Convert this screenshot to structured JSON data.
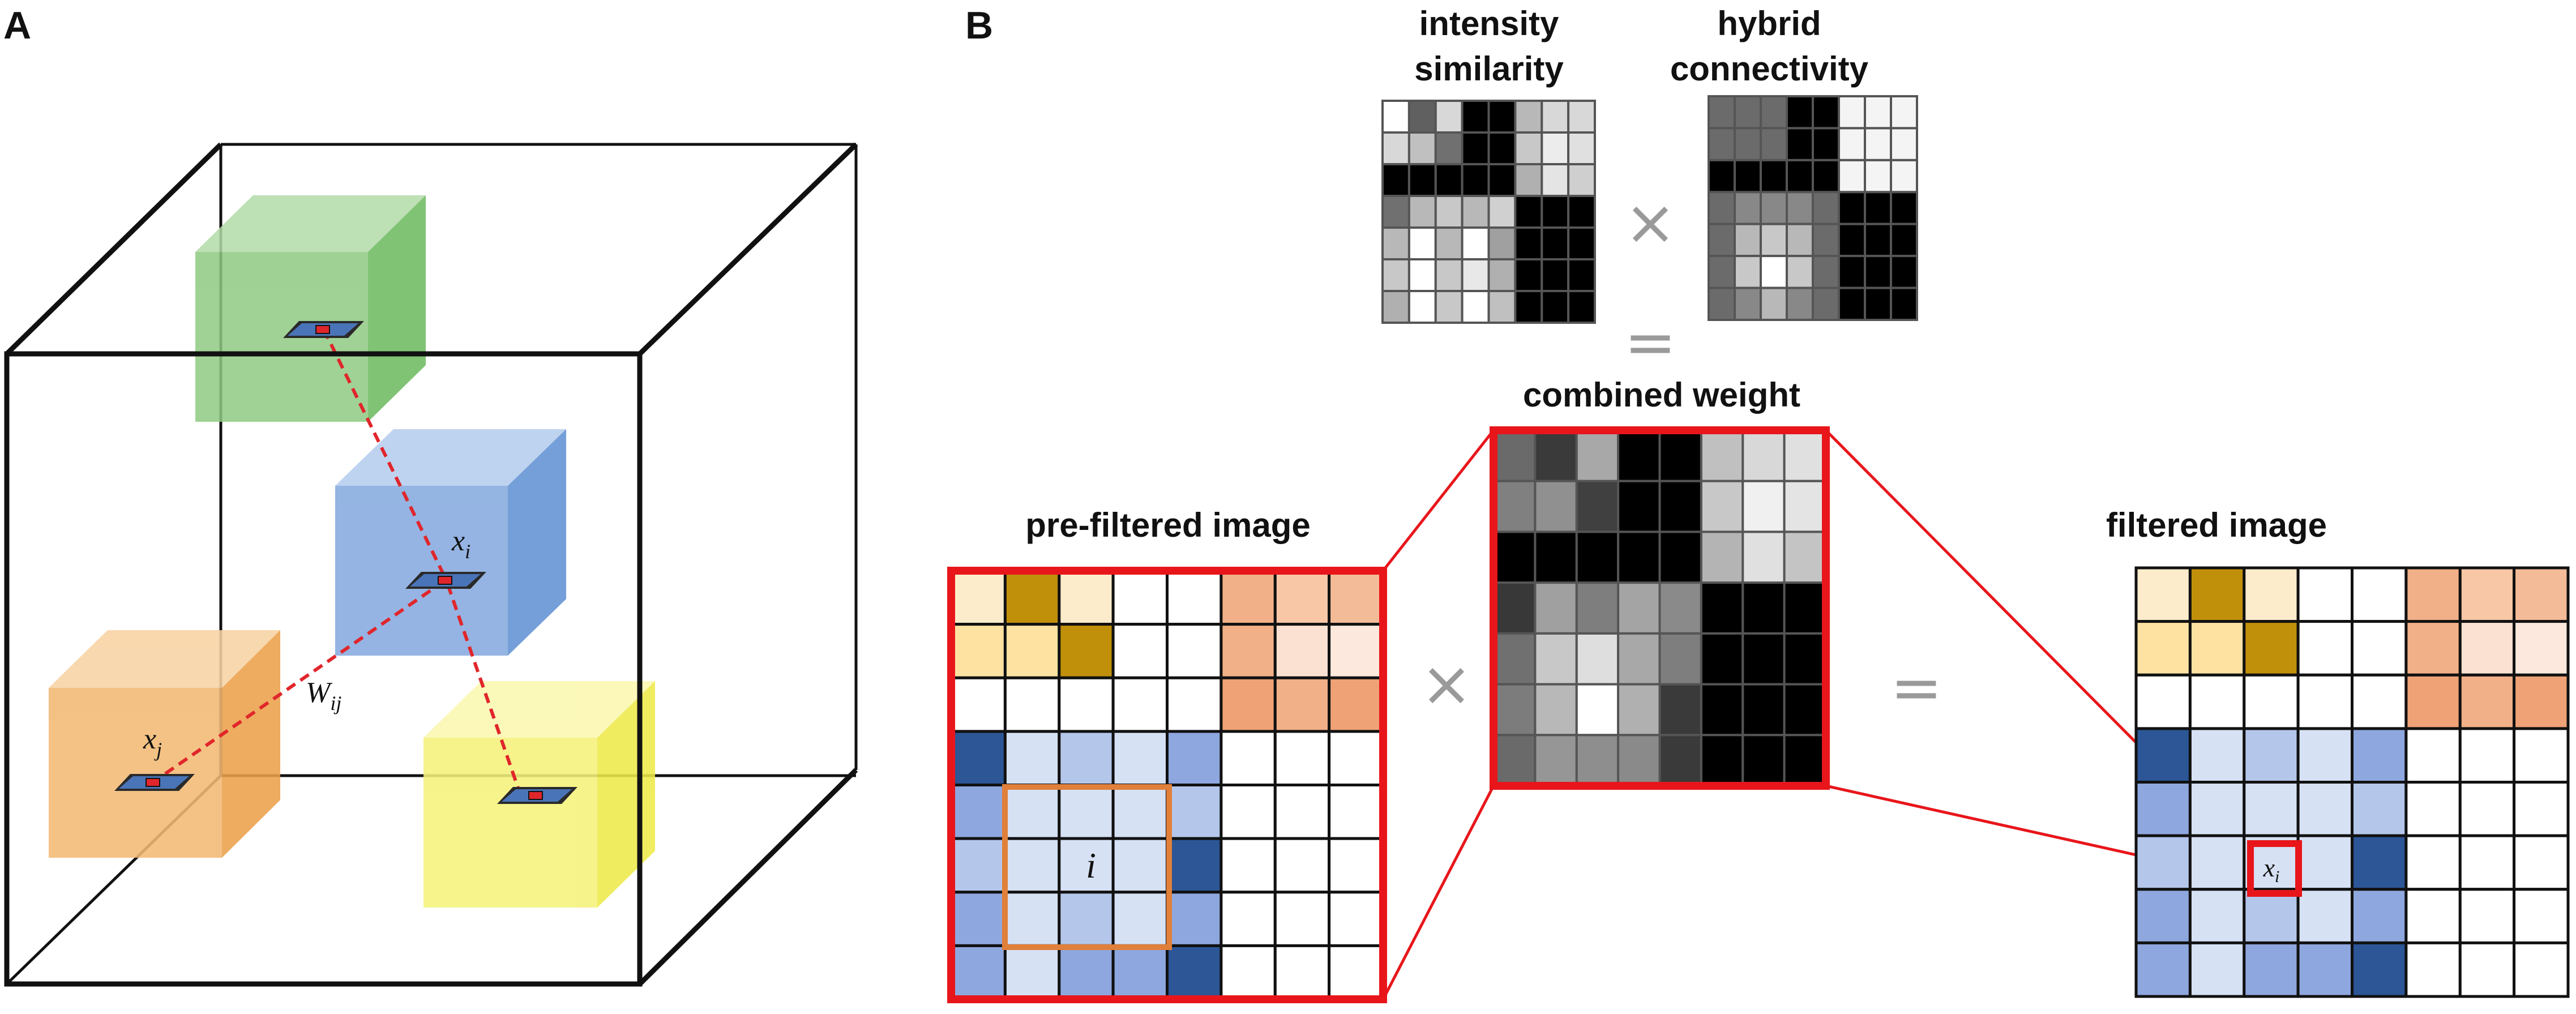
{
  "panels": {
    "a": "A",
    "b": "B"
  },
  "panel_a": {
    "labels": {
      "xi_base": "x",
      "xi_sub": "i",
      "xj_base": "x",
      "xj_sub": "j",
      "wij_base": "W",
      "wij_sub": "ij"
    },
    "colors": {
      "cube_green": "#86c47a",
      "cube_blue": "#7fa7db",
      "cube_orange": "#f1b56c",
      "cube_yellow": "#f4f07a",
      "connection": "#e0262b"
    }
  },
  "panel_b": {
    "titles": {
      "intensity_line1": "intensity",
      "intensity_line2": "similarity",
      "hybrid_line1": "hybrid",
      "hybrid_line2": "connectivity",
      "combined": "combined weight",
      "prefiltered": "pre-filtered image",
      "filtered": "filtered image"
    },
    "operators": {
      "times": "×",
      "equals": "="
    },
    "center_label": "i",
    "output_label": "x",
    "output_label_sub": "i",
    "colors": {
      "highlight_red": "#e8161b",
      "window_orange": "#e0803a"
    },
    "grids": {
      "intensity": [
        [
          "#ffffff",
          "#606060",
          "#d8d8d8",
          "#000000",
          "#000000",
          "#b8b8b8",
          "#d8d8d8",
          "#d8d8d8"
        ],
        [
          "#d8d8d8",
          "#c0c0c0",
          "#707070",
          "#000000",
          "#000000",
          "#c8c8c8",
          "#ececec",
          "#e0e0e0"
        ],
        [
          "#000000",
          "#000000",
          "#000000",
          "#000000",
          "#000000",
          "#b0b0b0",
          "#e4e4e4",
          "#cfcfcf"
        ],
        [
          "#707070",
          "#b8b8b8",
          "#c8c8c8",
          "#b8b8b8",
          "#d0d0d0",
          "#000000",
          "#000000",
          "#000000"
        ],
        [
          "#b8b8b8",
          "#ffffff",
          "#b8b8b8",
          "#ffffff",
          "#a0a0a0",
          "#000000",
          "#000000",
          "#000000"
        ],
        [
          "#c8c8c8",
          "#ffffff",
          "#c8c8c8",
          "#e8e8e8",
          "#b0b0b0",
          "#000000",
          "#000000",
          "#000000"
        ],
        [
          "#b0b0b0",
          "#ffffff",
          "#c8c8c8",
          "#ffffff",
          "#c0c0c0",
          "#000000",
          "#000000",
          "#000000"
        ]
      ],
      "hybrid": [
        [
          "#6b6b6b",
          "#6b6b6b",
          "#6b6b6b",
          "#000000",
          "#000000",
          "#f4f4f4",
          "#f4f4f4",
          "#f4f4f4"
        ],
        [
          "#6b6b6b",
          "#6b6b6b",
          "#6b6b6b",
          "#000000",
          "#000000",
          "#f4f4f4",
          "#f4f4f4",
          "#f4f4f4"
        ],
        [
          "#000000",
          "#000000",
          "#000000",
          "#000000",
          "#000000",
          "#f4f4f4",
          "#f4f4f4",
          "#f4f4f4"
        ],
        [
          "#6b6b6b",
          "#888888",
          "#888888",
          "#888888",
          "#6b6b6b",
          "#000000",
          "#000000",
          "#000000"
        ],
        [
          "#6b6b6b",
          "#b8b8b8",
          "#c8c8c8",
          "#b8b8b8",
          "#6b6b6b",
          "#000000",
          "#000000",
          "#000000"
        ],
        [
          "#6b6b6b",
          "#c8c8c8",
          "#ffffff",
          "#c8c8c8",
          "#6b6b6b",
          "#000000",
          "#000000",
          "#000000"
        ],
        [
          "#6b6b6b",
          "#888888",
          "#b8b8b8",
          "#888888",
          "#6b6b6b",
          "#000000",
          "#000000",
          "#000000"
        ]
      ],
      "combined": [
        [
          "#6a6a6a",
          "#3a3a3a",
          "#a8a8a8",
          "#000000",
          "#000000",
          "#c0c0c0",
          "#d8d8d8",
          "#e0e0e0"
        ],
        [
          "#808080",
          "#909090",
          "#404040",
          "#000000",
          "#000000",
          "#c8c8c8",
          "#f0f0f0",
          "#e4e4e4"
        ],
        [
          "#000000",
          "#000000",
          "#000000",
          "#000000",
          "#000000",
          "#b4b4b4",
          "#e0e0e0",
          "#c4c4c4"
        ],
        [
          "#383838",
          "#a0a0a0",
          "#7e7e7e",
          "#a4a4a4",
          "#8a8a8a",
          "#000000",
          "#000000",
          "#000000"
        ],
        [
          "#707070",
          "#c8c8c8",
          "#dedede",
          "#a8a8a8",
          "#7e7e7e",
          "#000000",
          "#000000",
          "#000000"
        ],
        [
          "#7c7c7c",
          "#b8b8b8",
          "#ffffff",
          "#b0b0b0",
          "#3a3a3a",
          "#000000",
          "#000000",
          "#000000"
        ],
        [
          "#6a6a6a",
          "#969696",
          "#8e8e8e",
          "#8a8a8a",
          "#3a3a3a",
          "#000000",
          "#000000",
          "#000000"
        ]
      ],
      "prefiltered": [
        [
          "#fdeccc",
          "#c0900a",
          "#fdeccc",
          "#ffffff",
          "#ffffff",
          "#f2b088",
          "#f7c7a6",
          "#f4bb98"
        ],
        [
          "#fde2a2",
          "#fde2a2",
          "#c0900a",
          "#ffffff",
          "#ffffff",
          "#f2b088",
          "#fbe1d2",
          "#fce8dc"
        ],
        [
          "#ffffff",
          "#ffffff",
          "#ffffff",
          "#ffffff",
          "#ffffff",
          "#efa276",
          "#f2b088",
          "#efa276"
        ],
        [
          "#2c5696",
          "#d6e1f4",
          "#b4c6ea",
          "#d6e1f4",
          "#8ea7de",
          "#ffffff",
          "#ffffff",
          "#ffffff"
        ],
        [
          "#8ea7de",
          "#d6e1f4",
          "#d6e1f4",
          "#d6e1f4",
          "#b4c6ea",
          "#ffffff",
          "#ffffff",
          "#ffffff"
        ],
        [
          "#b4c6ea",
          "#d6e1f4",
          "#d6e1f4",
          "#d6e1f4",
          "#2c5696",
          "#ffffff",
          "#ffffff",
          "#ffffff"
        ],
        [
          "#8ea7de",
          "#d6e1f4",
          "#b4c6ea",
          "#d6e1f4",
          "#8ea7de",
          "#ffffff",
          "#ffffff",
          "#ffffff"
        ],
        [
          "#8ea7de",
          "#d6e1f4",
          "#8ea7de",
          "#8ea7de",
          "#2c5696",
          "#ffffff",
          "#ffffff",
          "#ffffff"
        ]
      ],
      "filtered": [
        [
          "#fdeccc",
          "#c0900a",
          "#fdeccc",
          "#ffffff",
          "#ffffff",
          "#f2b088",
          "#f7c7a6",
          "#f4bb98"
        ],
        [
          "#fde2a2",
          "#fde2a2",
          "#c0900a",
          "#ffffff",
          "#ffffff",
          "#f2b088",
          "#fbe1d2",
          "#fce8dc"
        ],
        [
          "#ffffff",
          "#ffffff",
          "#ffffff",
          "#ffffff",
          "#ffffff",
          "#efa276",
          "#f2b088",
          "#efa276"
        ],
        [
          "#2c5696",
          "#d6e1f4",
          "#b4c6ea",
          "#d6e1f4",
          "#8ea7de",
          "#ffffff",
          "#ffffff",
          "#ffffff"
        ],
        [
          "#8ea7de",
          "#d6e1f4",
          "#d6e1f4",
          "#d6e1f4",
          "#b4c6ea",
          "#ffffff",
          "#ffffff",
          "#ffffff"
        ],
        [
          "#b4c6ea",
          "#d6e1f4",
          "#d6e1f4",
          "#d6e1f4",
          "#2c5696",
          "#ffffff",
          "#ffffff",
          "#ffffff"
        ],
        [
          "#8ea7de",
          "#d6e1f4",
          "#b4c6ea",
          "#d6e1f4",
          "#8ea7de",
          "#ffffff",
          "#ffffff",
          "#ffffff"
        ],
        [
          "#8ea7de",
          "#d6e1f4",
          "#8ea7de",
          "#8ea7de",
          "#2c5696",
          "#ffffff",
          "#ffffff",
          "#ffffff"
        ]
      ]
    }
  }
}
